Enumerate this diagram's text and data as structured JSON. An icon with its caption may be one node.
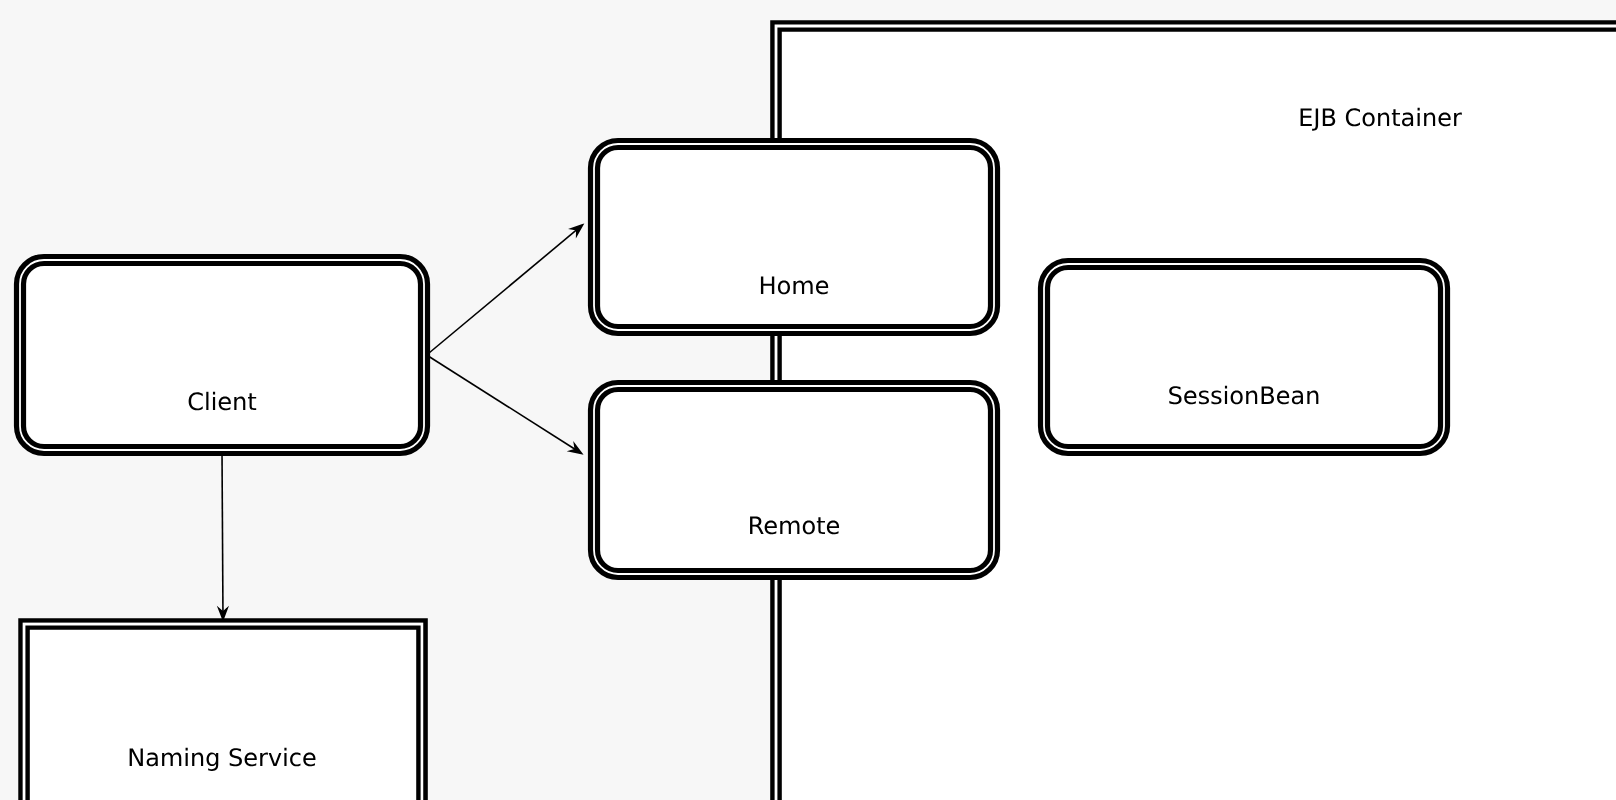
{
  "diagram": {
    "nodes": [
      {
        "text": [
          "EJB Container"
        ]
      },
      {
        "text": [
          "Home"
        ]
      },
      {
        "text": [
          "Client"
        ]
      },
      {
        "text": [
          "SessionBean"
        ],
        "in": 0
      },
      {
        "text": [
          "Remote"
        ]
      },
      {
        "text": [
          "Naming Service"
        ]
      }
    ],
    "edges": [
      {
        "from": 2,
        "to": 1,
        "arrow": "to"
      },
      {
        "from": 2,
        "to": 4,
        "arrow": "to"
      },
      {
        "from": 2,
        "to": 5,
        "arrow": "to"
      }
    ]
  }
}
